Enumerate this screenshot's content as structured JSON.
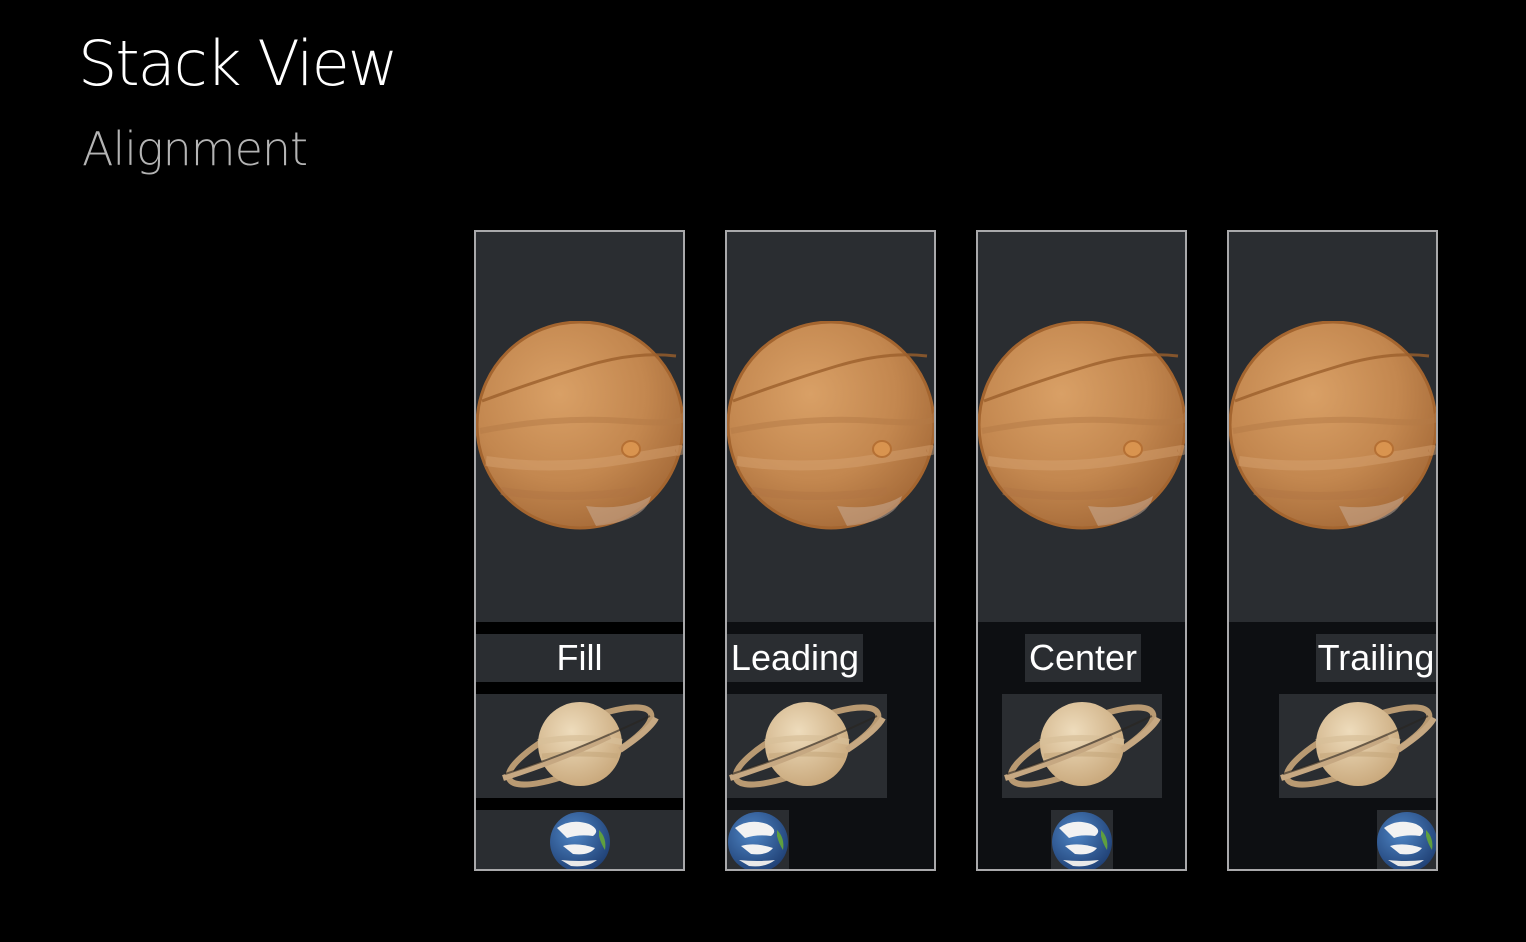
{
  "header": {
    "title": "Stack View",
    "subtitle": "Alignment"
  },
  "stacks": [
    {
      "label": "Fill",
      "alignment": "fill"
    },
    {
      "label": "Leading",
      "alignment": "leading"
    },
    {
      "label": "Center",
      "alignment": "center"
    },
    {
      "label": "Trailing",
      "alignment": "trailing"
    }
  ],
  "colors": {
    "background": "#000000",
    "stack_border": "#a9a9ab",
    "arranged_view_background": "#2a2d31",
    "stack_background": "#0d0f12",
    "jupiter": "#c98d55",
    "saturn": "#d9c09a",
    "earth_ocean": "#2f5f9e"
  }
}
